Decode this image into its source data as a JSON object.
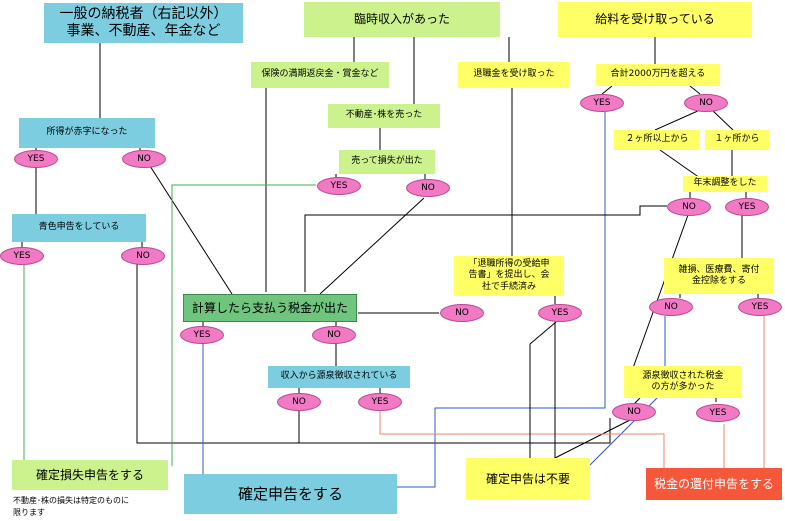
{
  "boxes": {
    "general_taxpayer": "一般の納税者（右記以外）\n事業、不動産、年金など",
    "temp_income": "臨時収入があった",
    "salary": "給料を受け取っている",
    "insurance": "保険の満期返戻金・賞金など",
    "real_estate_stock": "不動産･株を売った",
    "sold_loss": "売って損失が出た",
    "retirement": "退職金を受け取った",
    "over_20m": "合計2000万円を超える",
    "two_or_more": "２ヶ所以上から",
    "one_place": "１ヶ所から",
    "year_end": "年末調整をした",
    "deficit": "所得が赤字になった",
    "blue_return": "青色申告をしている",
    "retirement_form": "「退職所得の受給申\n告書」を提出し、会\n社で手続済み",
    "deductions": "雑損、医療費、寄付\n金控除をする",
    "tax_due": "計算したら支払う税金が出た",
    "withheld": "収入から源泉徴収されている",
    "withheld_more": "源泉徴収された税金\nの方が多かった",
    "final_loss": "確定損失申告をする",
    "final_return": "確定申告をする",
    "not_required": "確定申告は不要",
    "refund": "税金の還付申告をする"
  },
  "note": "不動産･株の損失は特定のものに\n限ります",
  "ovals": {
    "yes": "YES",
    "no": "NO"
  }
}
